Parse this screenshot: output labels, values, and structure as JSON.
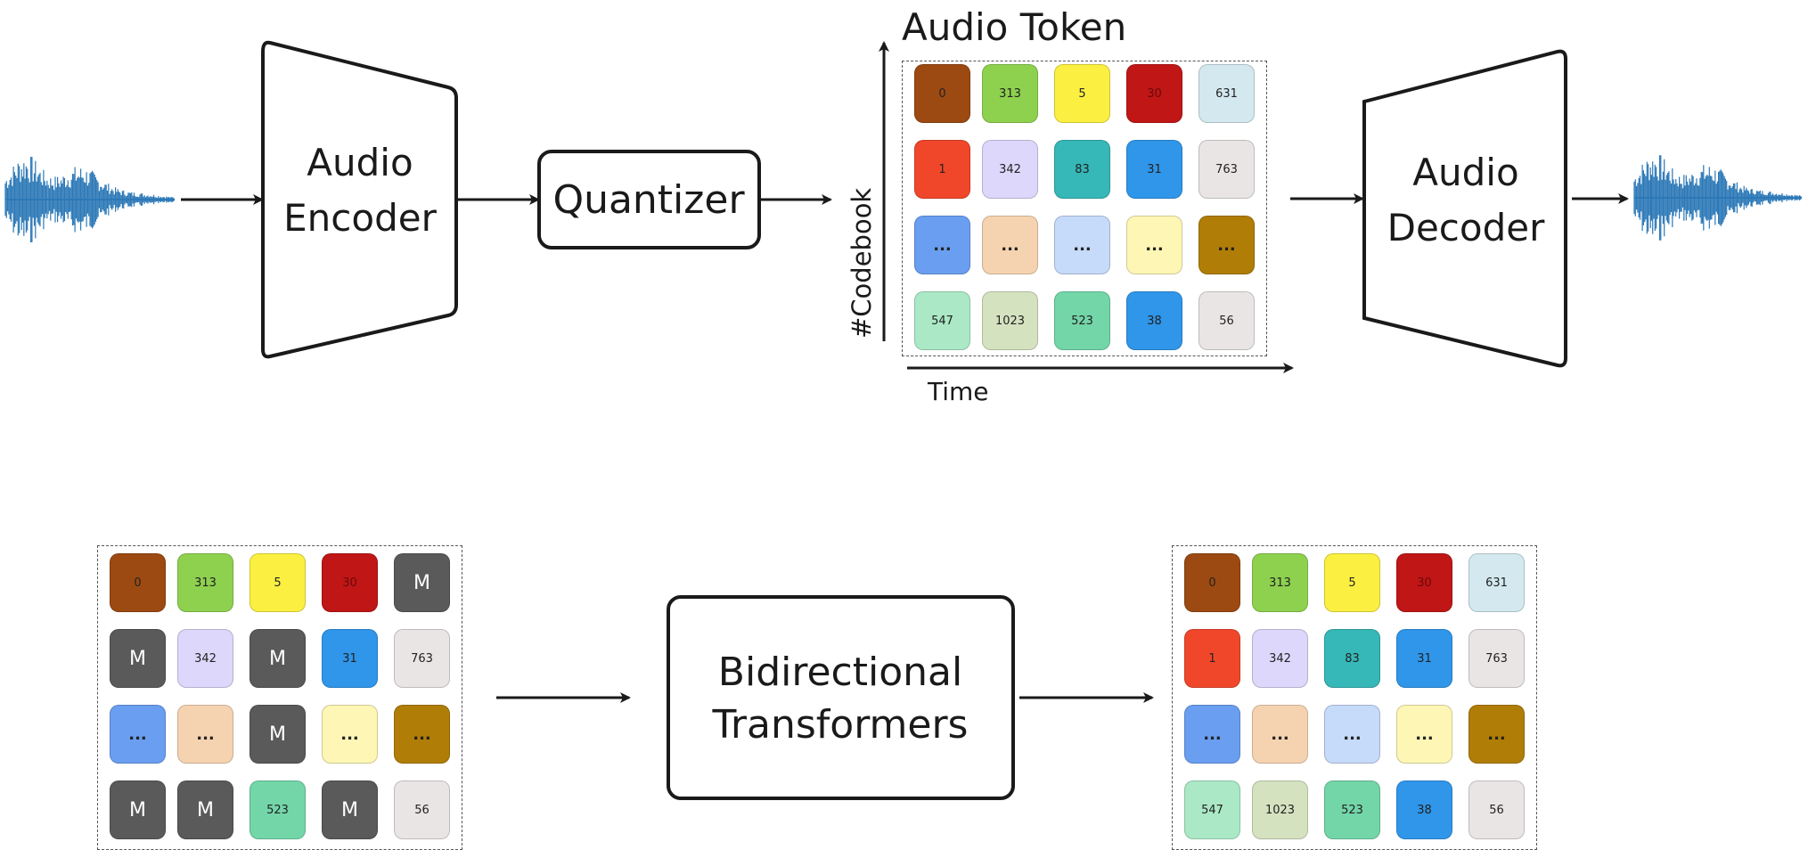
{
  "encoder": {
    "line1": "Audio",
    "line2": "Encoder"
  },
  "quantizer": {
    "label": "Quantizer"
  },
  "decoder": {
    "line1": "Audio",
    "line2": "Decoder"
  },
  "token_title": "Audio Token",
  "axis_y": "#Codebook",
  "axis_x": "Time",
  "transformer": {
    "line1": "Bidirectional",
    "line2": "Transformers"
  },
  "colors": {
    "c0": "#9c4a12",
    "c1": "#8ed14f",
    "c2": "#fbf041",
    "c3": "#c01616",
    "c4": "#d3e8ef",
    "c5": "#f0472a",
    "c6": "#dcd7fb",
    "c7": "#36b7b8",
    "c8": "#2f96ea",
    "c9": "#e9e5e5",
    "c10": "#6a9ef0",
    "c11": "#f6d3b0",
    "c12": "#c6daf9",
    "c13": "#fdf6b5",
    "c14": "#b07d06",
    "c15": "#abe9c6",
    "c16": "#d5e2c0",
    "c17": "#73d6a9",
    "c18": "#2f96ea",
    "c19": "#e9e5e5",
    "mask": "#5a5a5a",
    "waveform": "#2c78b7"
  },
  "tokens_top": [
    "0",
    "313",
    "5",
    "30",
    "631",
    "1",
    "342",
    "83",
    "31",
    "763",
    "...",
    "...",
    "...",
    "...",
    "...",
    "547",
    "1023",
    "523",
    "38",
    "56"
  ],
  "tokens_masked": [
    "0",
    "313",
    "5",
    "30",
    "M",
    "M",
    "342",
    "M",
    "31",
    "763",
    "...",
    "...",
    "M",
    "...",
    "...",
    "M",
    "M",
    "523",
    "M",
    "56"
  ],
  "tokens_output": [
    "0",
    "313",
    "5",
    "30",
    "631",
    "1",
    "342",
    "83",
    "31",
    "763",
    "...",
    "...",
    "...",
    "...",
    "...",
    "547",
    "1023",
    "523",
    "38",
    "56"
  ]
}
